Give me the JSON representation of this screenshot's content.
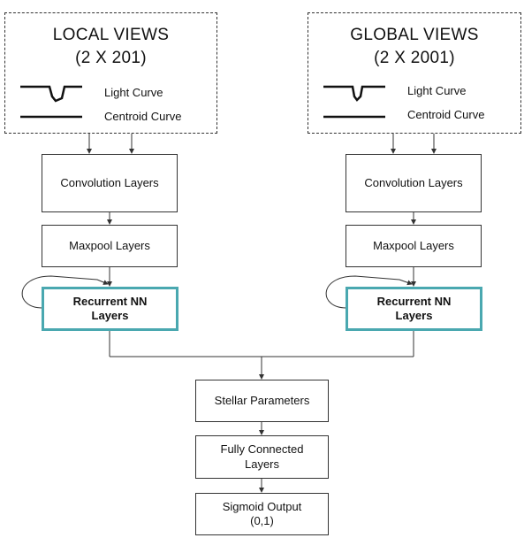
{
  "local_view": {
    "title_line1": "LOCAL VIEWS",
    "title_line2": "(2 X 201)",
    "legend_light": "Light Curve",
    "legend_centroid": "Centroid Curve"
  },
  "global_view": {
    "title_line1": "GLOBAL VIEWS",
    "title_line2": "(2 X 2001)",
    "legend_light": "Light Curve",
    "legend_centroid": "Centroid Curve"
  },
  "left_branch": {
    "conv": "Convolution Layers",
    "maxpool": "Maxpool Layers",
    "rnn": "Recurrent NN Layers"
  },
  "right_branch": {
    "conv": "Convolution Layers",
    "maxpool": "Maxpool Layers",
    "rnn": "Recurrent NN Layers"
  },
  "merge": {
    "stellar": "Stellar Parameters",
    "fully_connected": "Fully Connected Layers",
    "sigmoid_line1": "Sigmoid Output",
    "sigmoid_line2": "(0,1)"
  },
  "colors": {
    "rnn_border": "#4aa8b0",
    "lines": "#333333"
  }
}
